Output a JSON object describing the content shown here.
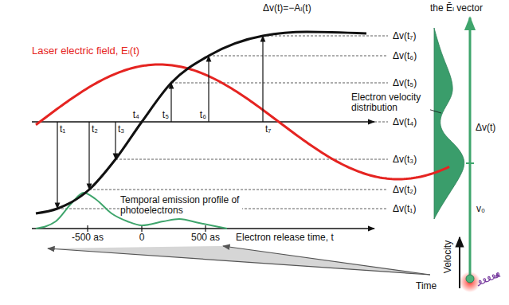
{
  "diagram": {
    "labels": [
      "Δv(t)=−Aₗ(t)",
      "Laser electric field, Eₗ(t)",
      "the Ēₗ vector",
      "t₁",
      "t₂",
      "t₃",
      "t₄",
      "t₅",
      "t₆",
      "t₇",
      "Δv(t₇)",
      "Δv(t₆)",
      "Δv(t₅)",
      "Δv(t₄)",
      "Δv(t₃)",
      "Δv(t₂)",
      "Δv(t₁)",
      "Electron velocity distribution",
      "Temporal emission profile of photoelectrons",
      "-500 as",
      "0",
      "500 as",
      "Electron release time, t",
      "Δv(t)",
      "v₀",
      "Velocity",
      "Time"
    ]
  }
}
